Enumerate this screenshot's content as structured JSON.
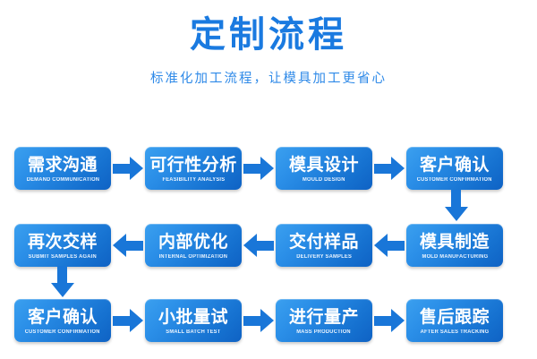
{
  "header": {
    "title": "定制流程",
    "subtitle": "标准化加工流程，让模具加工更省心",
    "title_color": "#1a7ae0",
    "subtitle_color": "#2f8ae8"
  },
  "theme": {
    "box_gradient_start": "#3ba0ef",
    "box_gradient_end": "#0f62c4",
    "arrow_color": "#1976d8",
    "box_text_color": "#ffffff",
    "background": "#ffffff"
  },
  "flow": {
    "rows": [
      {
        "direction": "right",
        "steps": [
          {
            "cn": "需求沟通",
            "en": "DEMAND COMMUNICATION"
          },
          {
            "cn": "可行性分析",
            "en": "FEASIBILITY ANALYSIS"
          },
          {
            "cn": "模具设计",
            "en": "MOULD DESIGN"
          },
          {
            "cn": "客户确认",
            "en": "CUSTOMER CONFIRMATION"
          }
        ]
      },
      {
        "direction": "left",
        "steps": [
          {
            "cn": "再次交样",
            "en": "SUBMIT SAMPLES AGAIN"
          },
          {
            "cn": "内部优化",
            "en": "INTERNAL OPTIMIZATION"
          },
          {
            "cn": "交付样品",
            "en": "DELIVERY SAMPLES"
          },
          {
            "cn": "模具制造",
            "en": "MOLD MANUFACTURING"
          }
        ]
      },
      {
        "direction": "right",
        "steps": [
          {
            "cn": "客户确认",
            "en": "CUSTOMER CONFIRMATION"
          },
          {
            "cn": "小批量试",
            "en": "SMALL BATCH TEST"
          },
          {
            "cn": "进行量产",
            "en": "MASS PRODUCTION"
          },
          {
            "cn": "售后跟踪",
            "en": "AFTER SALES TRACKING"
          }
        ]
      }
    ],
    "connectors": [
      {
        "name": "row1-to-row2",
        "direction": "down",
        "side": "right"
      },
      {
        "name": "row2-to-row3",
        "direction": "down",
        "side": "left"
      }
    ]
  }
}
